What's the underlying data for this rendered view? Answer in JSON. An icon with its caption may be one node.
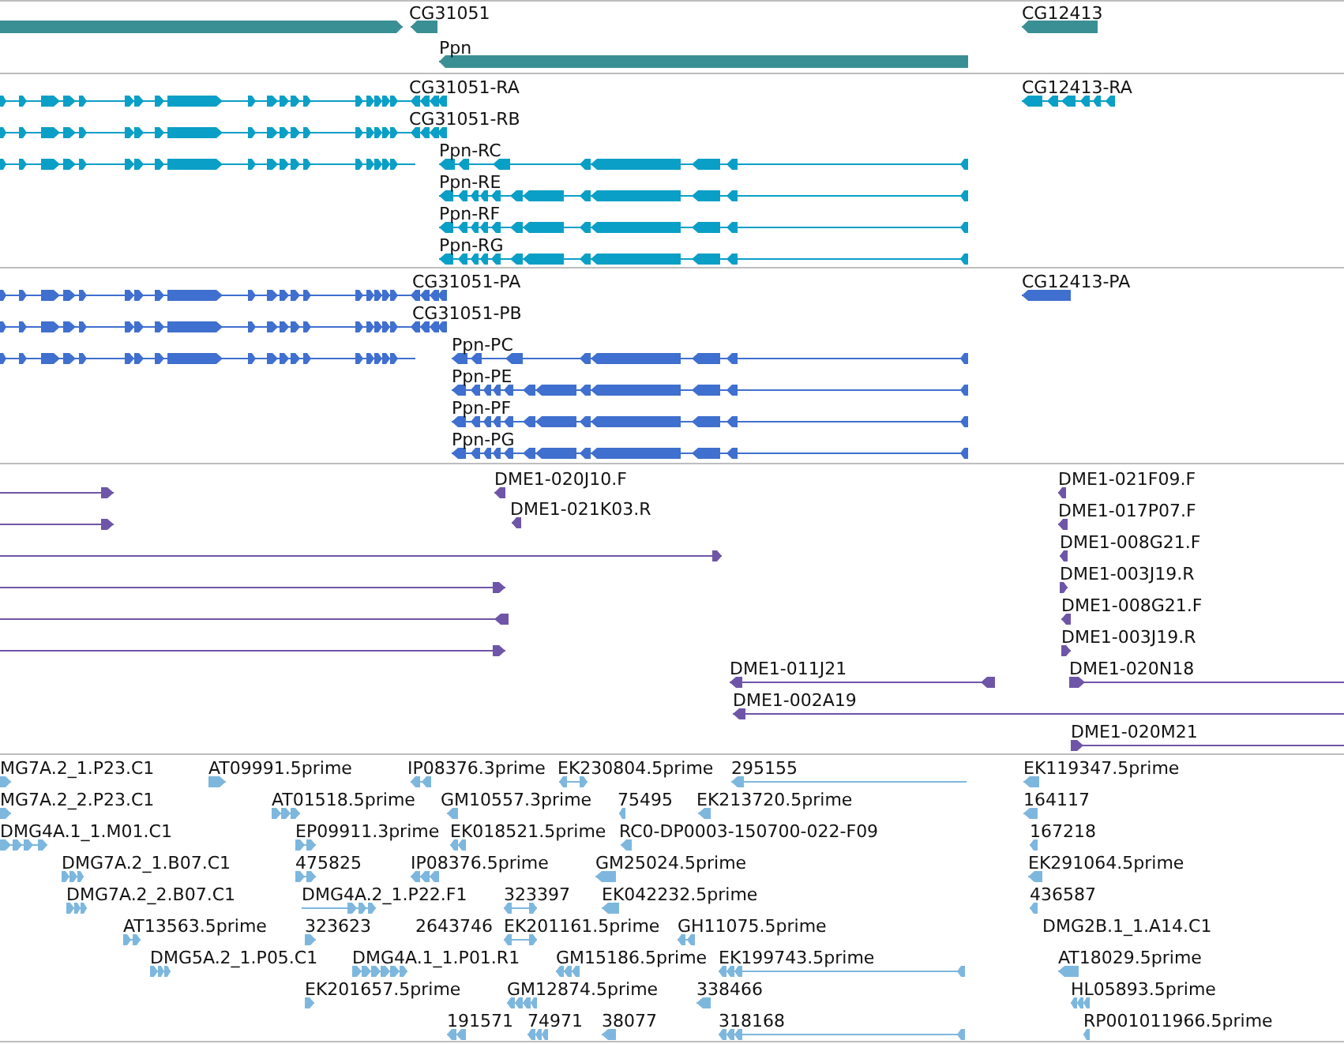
{
  "diagram": {
    "labels": [
      "CG31051",
      "CG12413",
      "Ppn",
      "CG31051-RA",
      "CG12413-RA",
      "CG31051-RB",
      "Ppn-RC",
      "Ppn-RE",
      "Ppn-RF",
      "Ppn-RG",
      "CG31051-PA",
      "CG12413-PA",
      "CG31051-PB",
      "Ppn-PC",
      "Ppn-PE",
      "Ppn-PF",
      "Ppn-PG",
      "DME1-020J10.F",
      "DME1-021F09.F",
      "DME1-021K03.R",
      "DME1-017P07.F",
      "DME1-008G21.F",
      "DME1-003J19.R",
      "DME1-008G21.F",
      "DME1-003J19.R",
      "DME1-011J21",
      "DME1-020N18",
      "DME1-002A19",
      "DME1-020M21",
      "MG7A.2_1.P23.C1",
      "AT09991.5prime",
      "IP08376.3prime",
      "EK230804.5prime",
      "295155",
      "EK119347.5prime",
      "MG7A.2_2.P23.C1",
      "AT01518.5prime",
      "GM10557.3prime",
      "75495",
      "EK213720.5prime",
      "164117",
      "DMG4A.1_1.M01.C1",
      "EP09911.3prime",
      "EK018521.5prime",
      "RC0-DP0003-150700-022-F09",
      "167218",
      "DMG7A.2_1.B07.C1",
      "475825",
      "IP08376.5prime",
      "GM25024.5prime",
      "EK291064.5prime",
      "DMG7A.2_2.B07.C1",
      "DMG4A.2_1.P22.F1",
      "323397",
      "EK042232.5prime",
      "436587",
      "AT13563.5prime",
      "323623",
      "2643746",
      "EK201161.5prime",
      "GH11075.5prime",
      "DMG2B.1_1.A14.C1",
      "DMG5A.2_1.P05.C1",
      "DMG4A.1_1.P01.R1",
      "GM15186.5prime",
      "EK199743.5prime",
      "AT18029.5prime",
      "EK201657.5prime",
      "GM12874.5prime",
      "338466",
      "HL05893.5prime",
      "191571",
      "74971",
      "38077",
      "318168",
      "RP001011966.5prime"
    ]
  }
}
